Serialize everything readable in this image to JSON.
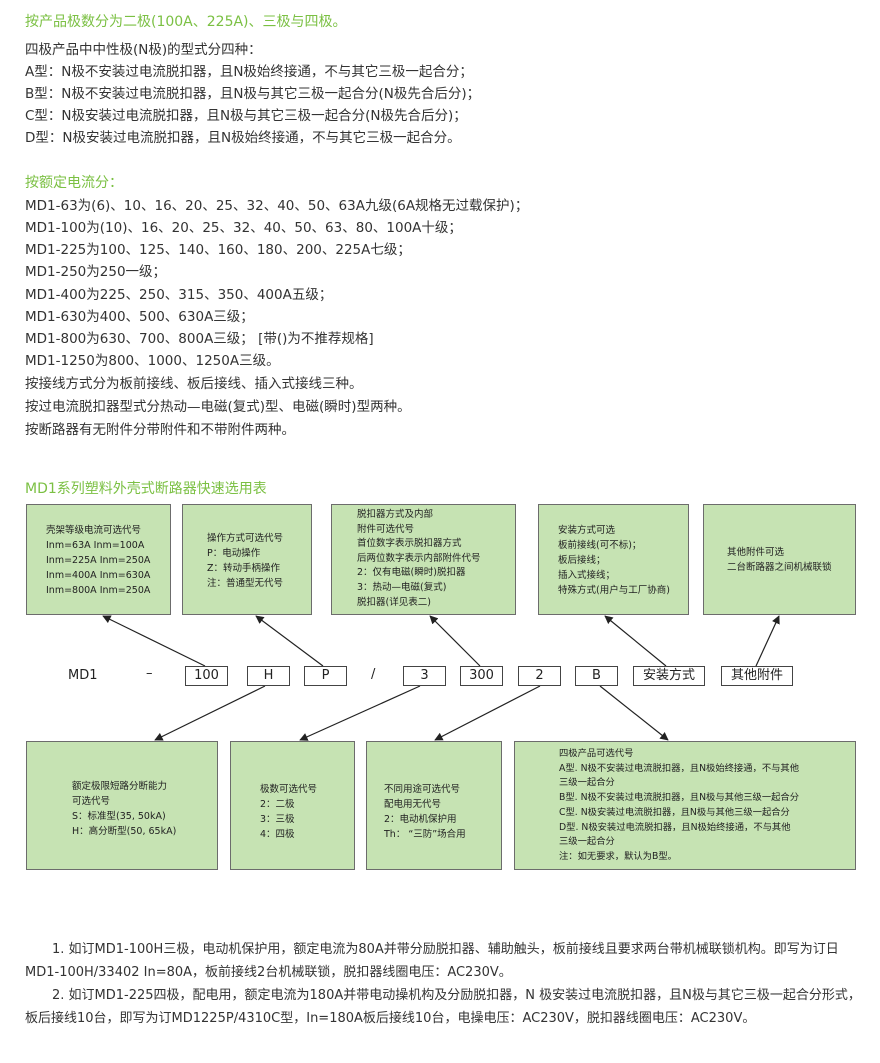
{
  "section1": {
    "heading": "按产品极数分为二极(100A、225A)、三极与四极。",
    "lines": [
      "四极产品中中性极(N极)的型式分四种：",
      "A型：N极不安装过电流脱扣器，且N极始终接通，不与其它三极一起合分；",
      "B型：N极不安装过电流脱扣器，且N极与其它三极一起合分(N极先合后分)；",
      "C型：N极安装过电流脱扣器，且N极与其它三极一起合分(N极先合后分)；",
      "D型：N极安装过电流脱扣器，且N极始终接通，不与其它三极一起合分。"
    ]
  },
  "section2": {
    "heading": "按额定电流分：",
    "lines": [
      "MD1-63为(6)、10、16、20、25、32、40、50、63A九级(6A规格无过载保护)；",
      "MD1-100为(10)、16、20、25、32、40、50、63、80、100A十级；",
      "MD1-225为100、125、140、160、180、200、225A七级；",
      "MD1-250为250一级；",
      "MD1-400为225、250、315、350、400A五级；",
      "MD1-630为400、500、630A三级；",
      "MD1-800为630、700、800A三级；  [带()为不推荐规格]",
      "MD1-1250为800、1000、1250A三级。",
      "按接线方式分为板前接线、板后接线、插入式接线三种。",
      "按过电流脱扣器型式分热动—电磁(复式)型、电磁(瞬时)型两种。",
      "按断路器有无附件分带附件和不带附件两种。"
    ]
  },
  "diagram": {
    "title": "MD1系列塑料外壳式断路器快速选用表",
    "top_boxes": [
      [
        "壳架等级电流可选代号",
        "Inm=63A    Inm=100A",
        "Inm=225A  Inm=250A",
        "Inm=400A  Inm=630A",
        "Inm=800A  Inm=250A"
      ],
      [
        "操作方式可选代号",
        "P：电动操作",
        "Z：转动手柄操作",
        "注：普通型无代号"
      ],
      [
        "脱扣器方式及内部",
        "附件可选代号",
        "首位数字表示脱扣器方式",
        "后两位数字表示内部附件代号",
        "2：仅有电磁(瞬时)脱扣器",
        "3：热动—电磁(复式)",
        "脱扣器(详见表二)"
      ],
      [
        "安装方式可选",
        "板前接线(可不标)；",
        "板后接线；",
        "插入式接线；",
        "特殊方式(用户与工厂协商)"
      ],
      [
        "其他附件可选",
        "二台断路器之间机械联锁"
      ]
    ],
    "code_prefix": "MD1",
    "code_dash": "–",
    "code_slash": "/",
    "codes": [
      "100",
      "H",
      "P",
      "3",
      "300",
      "2",
      "B",
      "安装方式",
      "其他附件"
    ],
    "bottom_boxes": [
      [
        "额定极限短路分断能力",
        "可选代号",
        "S：标准型(35, 50kA)",
        "H：高分断型(50, 65kA)"
      ],
      [
        "极数可选代号",
        "2：二极",
        "3：三极",
        "4：四极"
      ],
      [
        "不同用途可选代号",
        "配电用无代号",
        "2：电动机保护用",
        "Th：  “三防”场合用"
      ],
      [
        "四极产品可选代号",
        "A型. N极不安装过电流脱扣器，且N极始终接通，不与其他",
        "三级一起合分",
        "B型. N极不安装过电流脱扣器，且N极与其他三级一起合分",
        "C型. N极安装过电流脱扣器，且N极与其他三级一起合分",
        "D型. N极安装过电流脱扣器，且N极始终接通，不与其他",
        "三级一起合分",
        "注：如无要求，默认为B型。"
      ]
    ]
  },
  "notes": [
    "1. 如订MD1-100H三极，电动机保护用，额定电流为80A并带分励脱扣器、辅助触头，板前接线且要求两台带机械联锁机构。即写为订日MD1-100H/33402 In=80A，板前接线2台机械联锁，脱扣器线圈电压：AC230V。",
    "2. 如订MD1-225四极，配电用，额定电流为180A并带电动操机构及分励脱扣器，N 极安装过电流脱扣器，且N极与其它三极一起合分形式，板后接线10台，即写为订MD1225P/4310C型，In=180A板后接线10台，电操电压：AC230V，脱扣器线圈电压：AC230V。"
  ],
  "colors": {
    "accent": "#7bc043",
    "box_fill": "#c6e3b3"
  }
}
